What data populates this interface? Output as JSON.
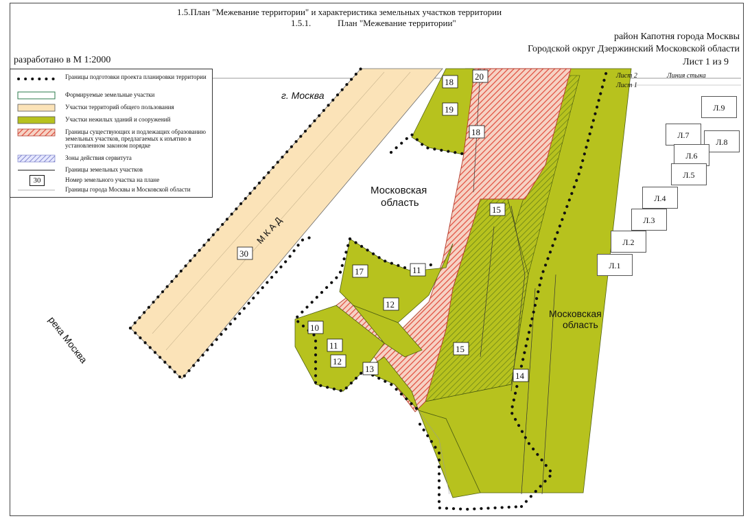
{
  "header": {
    "title": "1.5.План \"Межевание территории\" и характеристика земельных участков территории",
    "subtitle_num": "1.5.1.",
    "subtitle": "План \"Межевание территории\"",
    "district": "район Капотня города Москвы",
    "okrug": "Городской округ Дзержинский Московской области",
    "sheet": "Лист 1 из 9",
    "scale": "разработано в М 1:2000"
  },
  "legend": {
    "items": [
      {
        "label": "Границы подготовки проекта планировки территории",
        "symbol": "dotted-boundary"
      },
      {
        "label": "Формируемые земельные участки",
        "symbol": "outline-box"
      },
      {
        "label": "Участки территорий общего пользования",
        "symbol": "beige-fill",
        "color": "#fbe3b8"
      },
      {
        "label": "Участки нежилых зданий и сооружений",
        "symbol": "green-fill",
        "color": "#b7c21e"
      },
      {
        "label": "Границы существующих и подлежащих образованию земельных участков, предлагаемых к изъятию в установленном законом порядке",
        "symbol": "red-hatch",
        "color": "#e04a3a"
      },
      {
        "label": "Зоны действия сервитута",
        "symbol": "blue-hatch",
        "color": "#6a6fc0"
      },
      {
        "label": "Границы земельных участков",
        "symbol": "line"
      },
      {
        "label": "Номер земельного участка на плане",
        "symbol": "number-box",
        "sample": "30"
      },
      {
        "label": "Границы города Москвы и Московской области",
        "symbol": "thin-line"
      }
    ]
  },
  "map": {
    "labels": {
      "moscow_city": "г. Москва",
      "mo_area_1": "Московская",
      "mo_area_1b": "область",
      "mo_area_2": "Московская",
      "mo_area_2b": "область",
      "mkad": "М К А Д",
      "river": "река Москва",
      "sheet2": "Лист 2",
      "sheet1": "Лист 1",
      "seam": "Линия стыка"
    },
    "parcels": [
      "30",
      "18",
      "19",
      "20",
      "18",
      "15",
      "17",
      "11",
      "12",
      "15",
      "10",
      "11",
      "12",
      "13",
      "14"
    ],
    "colors": {
      "green": "#b7c21e",
      "beige": "#fbe3b8",
      "red": "#e04a3a",
      "dark_green": "#6f8a1c"
    }
  },
  "sheet_index": [
    "Л.9",
    "Л.7",
    "Л.8",
    "Л.6",
    "Л.5",
    "Л.4",
    "Л.3",
    "Л.2",
    "Л.1"
  ]
}
